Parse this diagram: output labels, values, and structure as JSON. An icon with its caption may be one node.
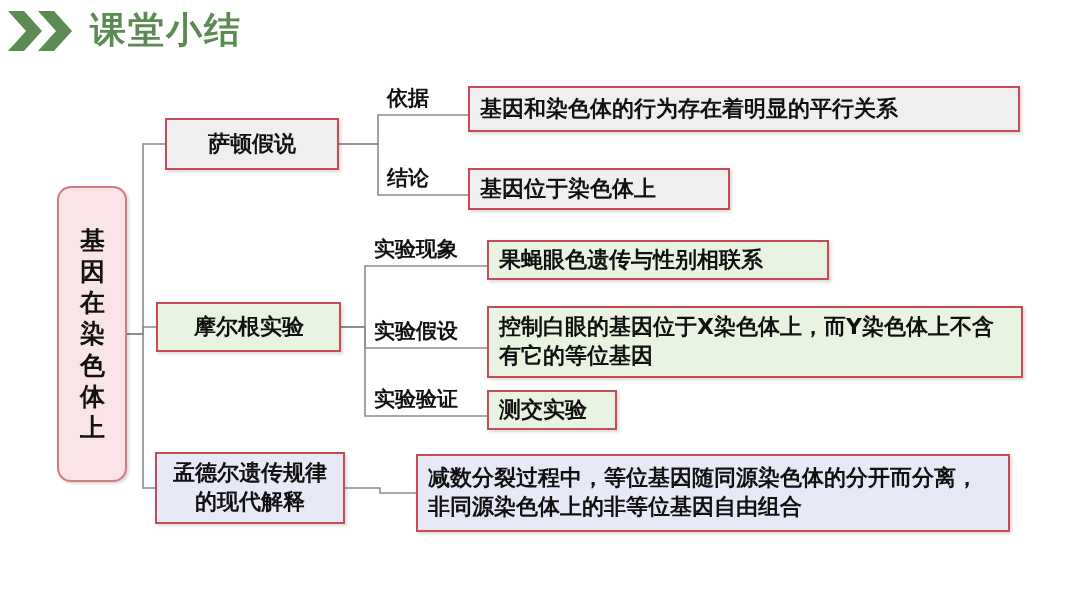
{
  "diagram": {
    "title": "课堂小结",
    "nodes": [
      {
        "text": [
          "基因在染色体上"
        ]
      },
      {
        "text": [
          "萨顿假说"
        ]
      },
      {
        "text": [
          "基因和染色体的行为存在着明显的平行关系"
        ]
      },
      {
        "text": [
          "基因位于染色体上"
        ]
      },
      {
        "text": [
          "摩尔根实验"
        ]
      },
      {
        "text": [
          "果蝇眼色遗传与性别相联系"
        ]
      },
      {
        "text": [
          "控制白眼的基因位于X染色体上，而Y染色体上不含有它的等位基因"
        ]
      },
      {
        "text": [
          "测交实验"
        ]
      },
      {
        "text": [
          "孟德尔遗传规律的现代解释"
        ]
      },
      {
        "text": [
          "减数分裂过程中，等位基因随同源染色体的分开而分离，非同源染色体上的非等位基因自由组合"
        ]
      }
    ],
    "edges": [
      {
        "from": 0,
        "to": 1,
        "arrow": "none"
      },
      {
        "from": 0,
        "to": 4,
        "arrow": "none"
      },
      {
        "from": 0,
        "to": 8,
        "arrow": "none"
      },
      {
        "from": 1,
        "to": 2,
        "arrow": "none",
        "label": "依据"
      },
      {
        "from": 1,
        "to": 3,
        "arrow": "none",
        "label": "结论"
      },
      {
        "from": 4,
        "to": 5,
        "arrow": "none",
        "label": "实验现象"
      },
      {
        "from": 4,
        "to": 6,
        "arrow": "none",
        "label": "实验假设"
      },
      {
        "from": 4,
        "to": 7,
        "arrow": "none",
        "label": "实验验证"
      },
      {
        "from": 8,
        "to": 9,
        "arrow": "none"
      }
    ]
  }
}
